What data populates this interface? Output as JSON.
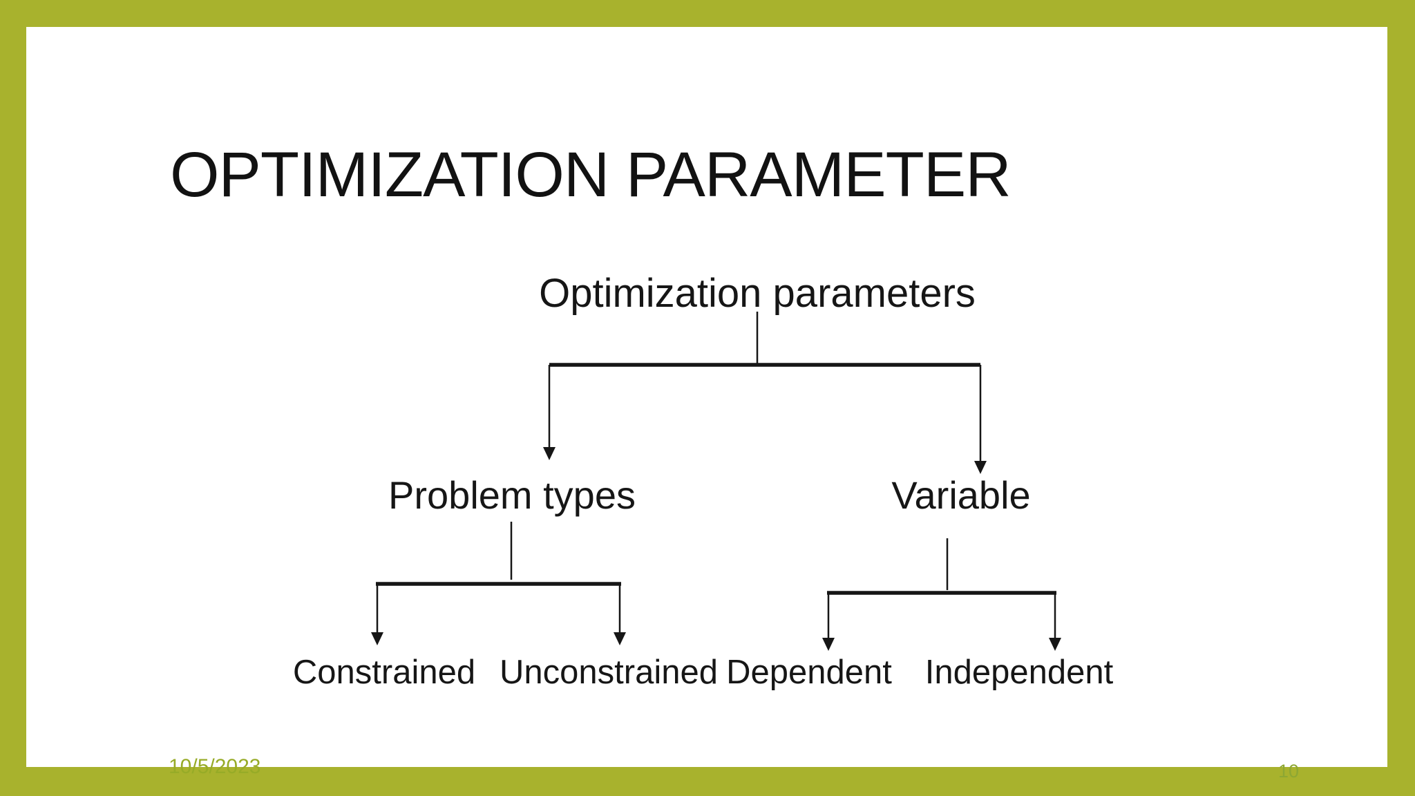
{
  "slide": {
    "title": "OPTIMIZATION PARAMETER",
    "footer": {
      "date": "10/5/2023",
      "page_number": "10"
    }
  },
  "colors": {
    "border_olive": "#a8b22d",
    "footer_green": "#97ab27",
    "diagram_ink": "#161616",
    "card_background": "#ffffff"
  },
  "diagram": {
    "type": "tree",
    "root": {
      "label": "Optimization parameters",
      "children": [
        {
          "label": "Problem types",
          "children": [
            {
              "label": "Constrained"
            },
            {
              "label": "Unconstrained"
            }
          ]
        },
        {
          "label": "Variable",
          "children": [
            {
              "label": "Dependent"
            },
            {
              "label": "Independent"
            }
          ]
        }
      ]
    }
  }
}
